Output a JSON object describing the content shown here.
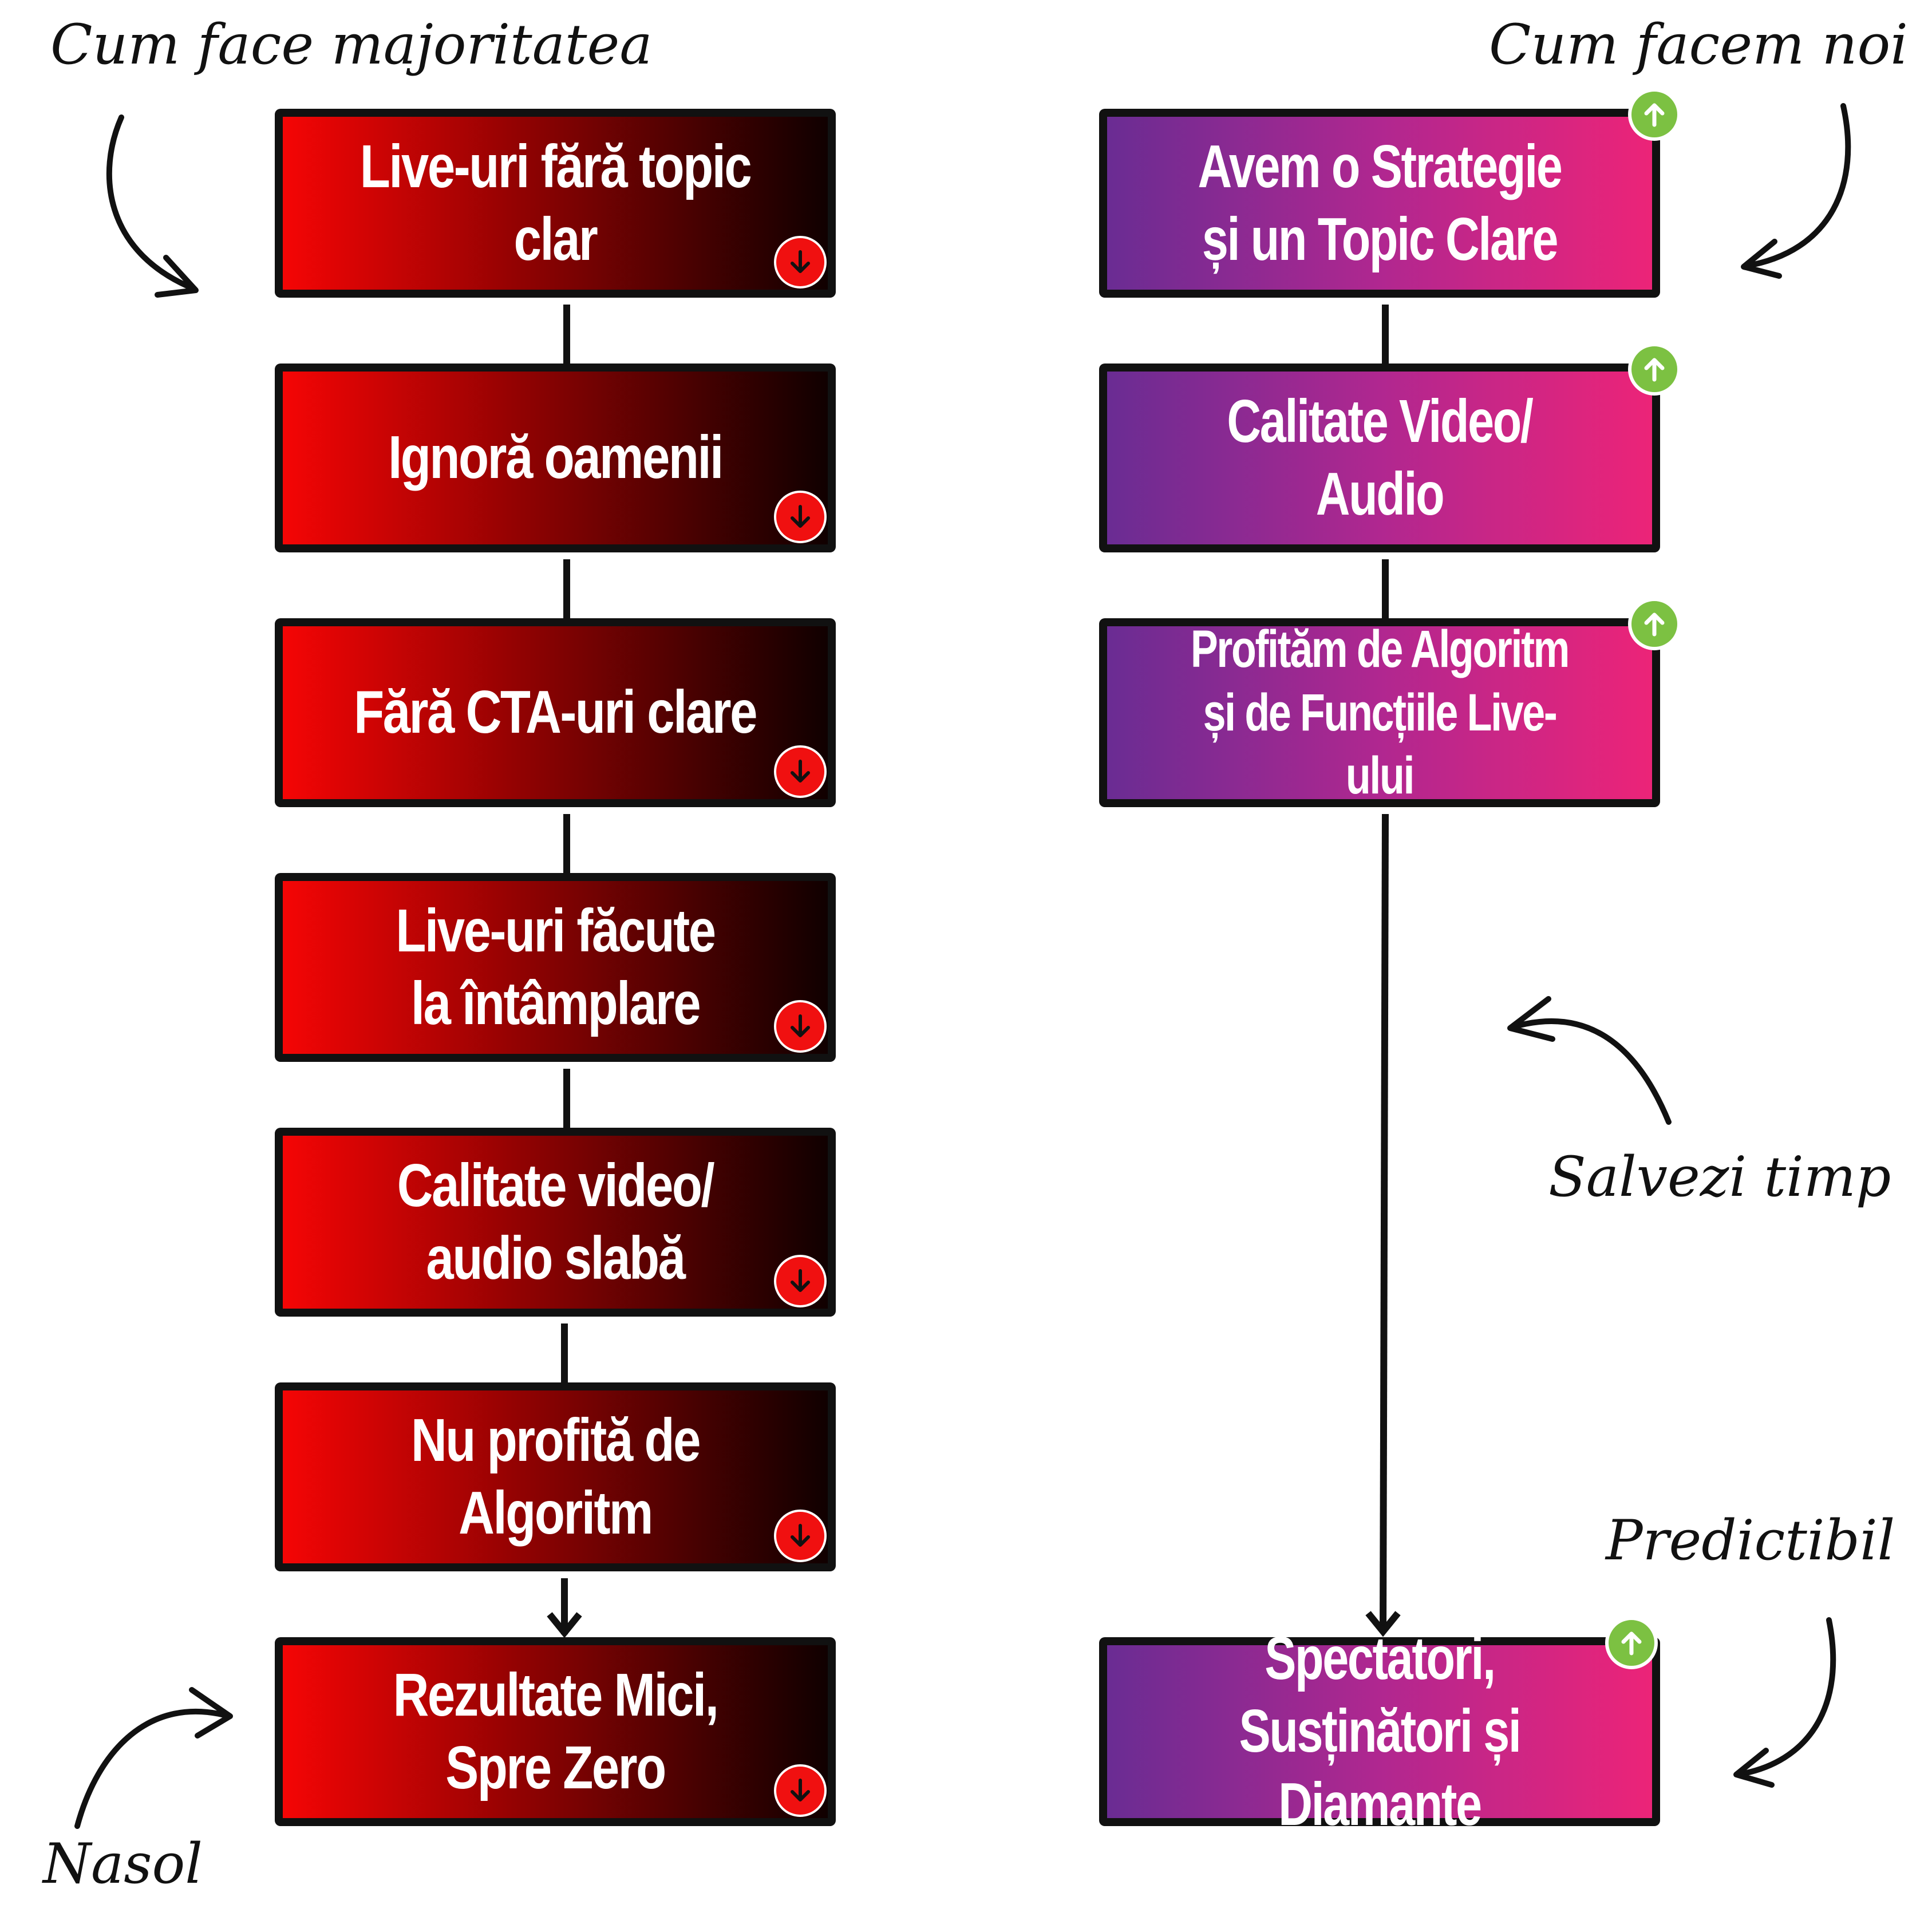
{
  "headings": {
    "left": "Cum face majoritatea",
    "right": "Cum facem noi"
  },
  "left_column": {
    "accent_color": "#f50505",
    "steps": [
      {
        "label": "Live-uri fără topic clar",
        "icon": "down-arrow-icon"
      },
      {
        "label": "Ignoră oamenii",
        "icon": "down-arrow-icon"
      },
      {
        "label": "Fără CTA-uri clare",
        "icon": "down-arrow-icon"
      },
      {
        "label": "Live-uri făcute la întâmplare",
        "icon": "down-arrow-icon"
      },
      {
        "label": "Calitate video/ audio slabă",
        "icon": "down-arrow-icon"
      },
      {
        "label": "Nu profită de Algoritm",
        "icon": "down-arrow-icon"
      },
      {
        "label": "Rezultate Mici, Spre Zero",
        "icon": "down-arrow-icon"
      }
    ]
  },
  "right_column": {
    "accent_color": "#b02790",
    "steps": [
      {
        "label": "Avem o Strategie și un Topic Clare",
        "icon": "up-arrow-icon"
      },
      {
        "label": "Calitate Video/ Audio",
        "icon": "up-arrow-icon"
      },
      {
        "label": "Profităm de Algoritm și de Funcțiile Live-ului",
        "icon": "up-arrow-icon"
      },
      {
        "label": "Spectatori, Susținători și Diamante",
        "icon": "up-arrow-icon"
      }
    ]
  },
  "annotations": {
    "nasol": "Nasol",
    "salvezi_timp": "Salvezi timp",
    "predictibil": "Predictibil"
  },
  "colors": {
    "down_badge": "#f01010",
    "up_badge": "#7cc142",
    "outline": "#111111"
  }
}
